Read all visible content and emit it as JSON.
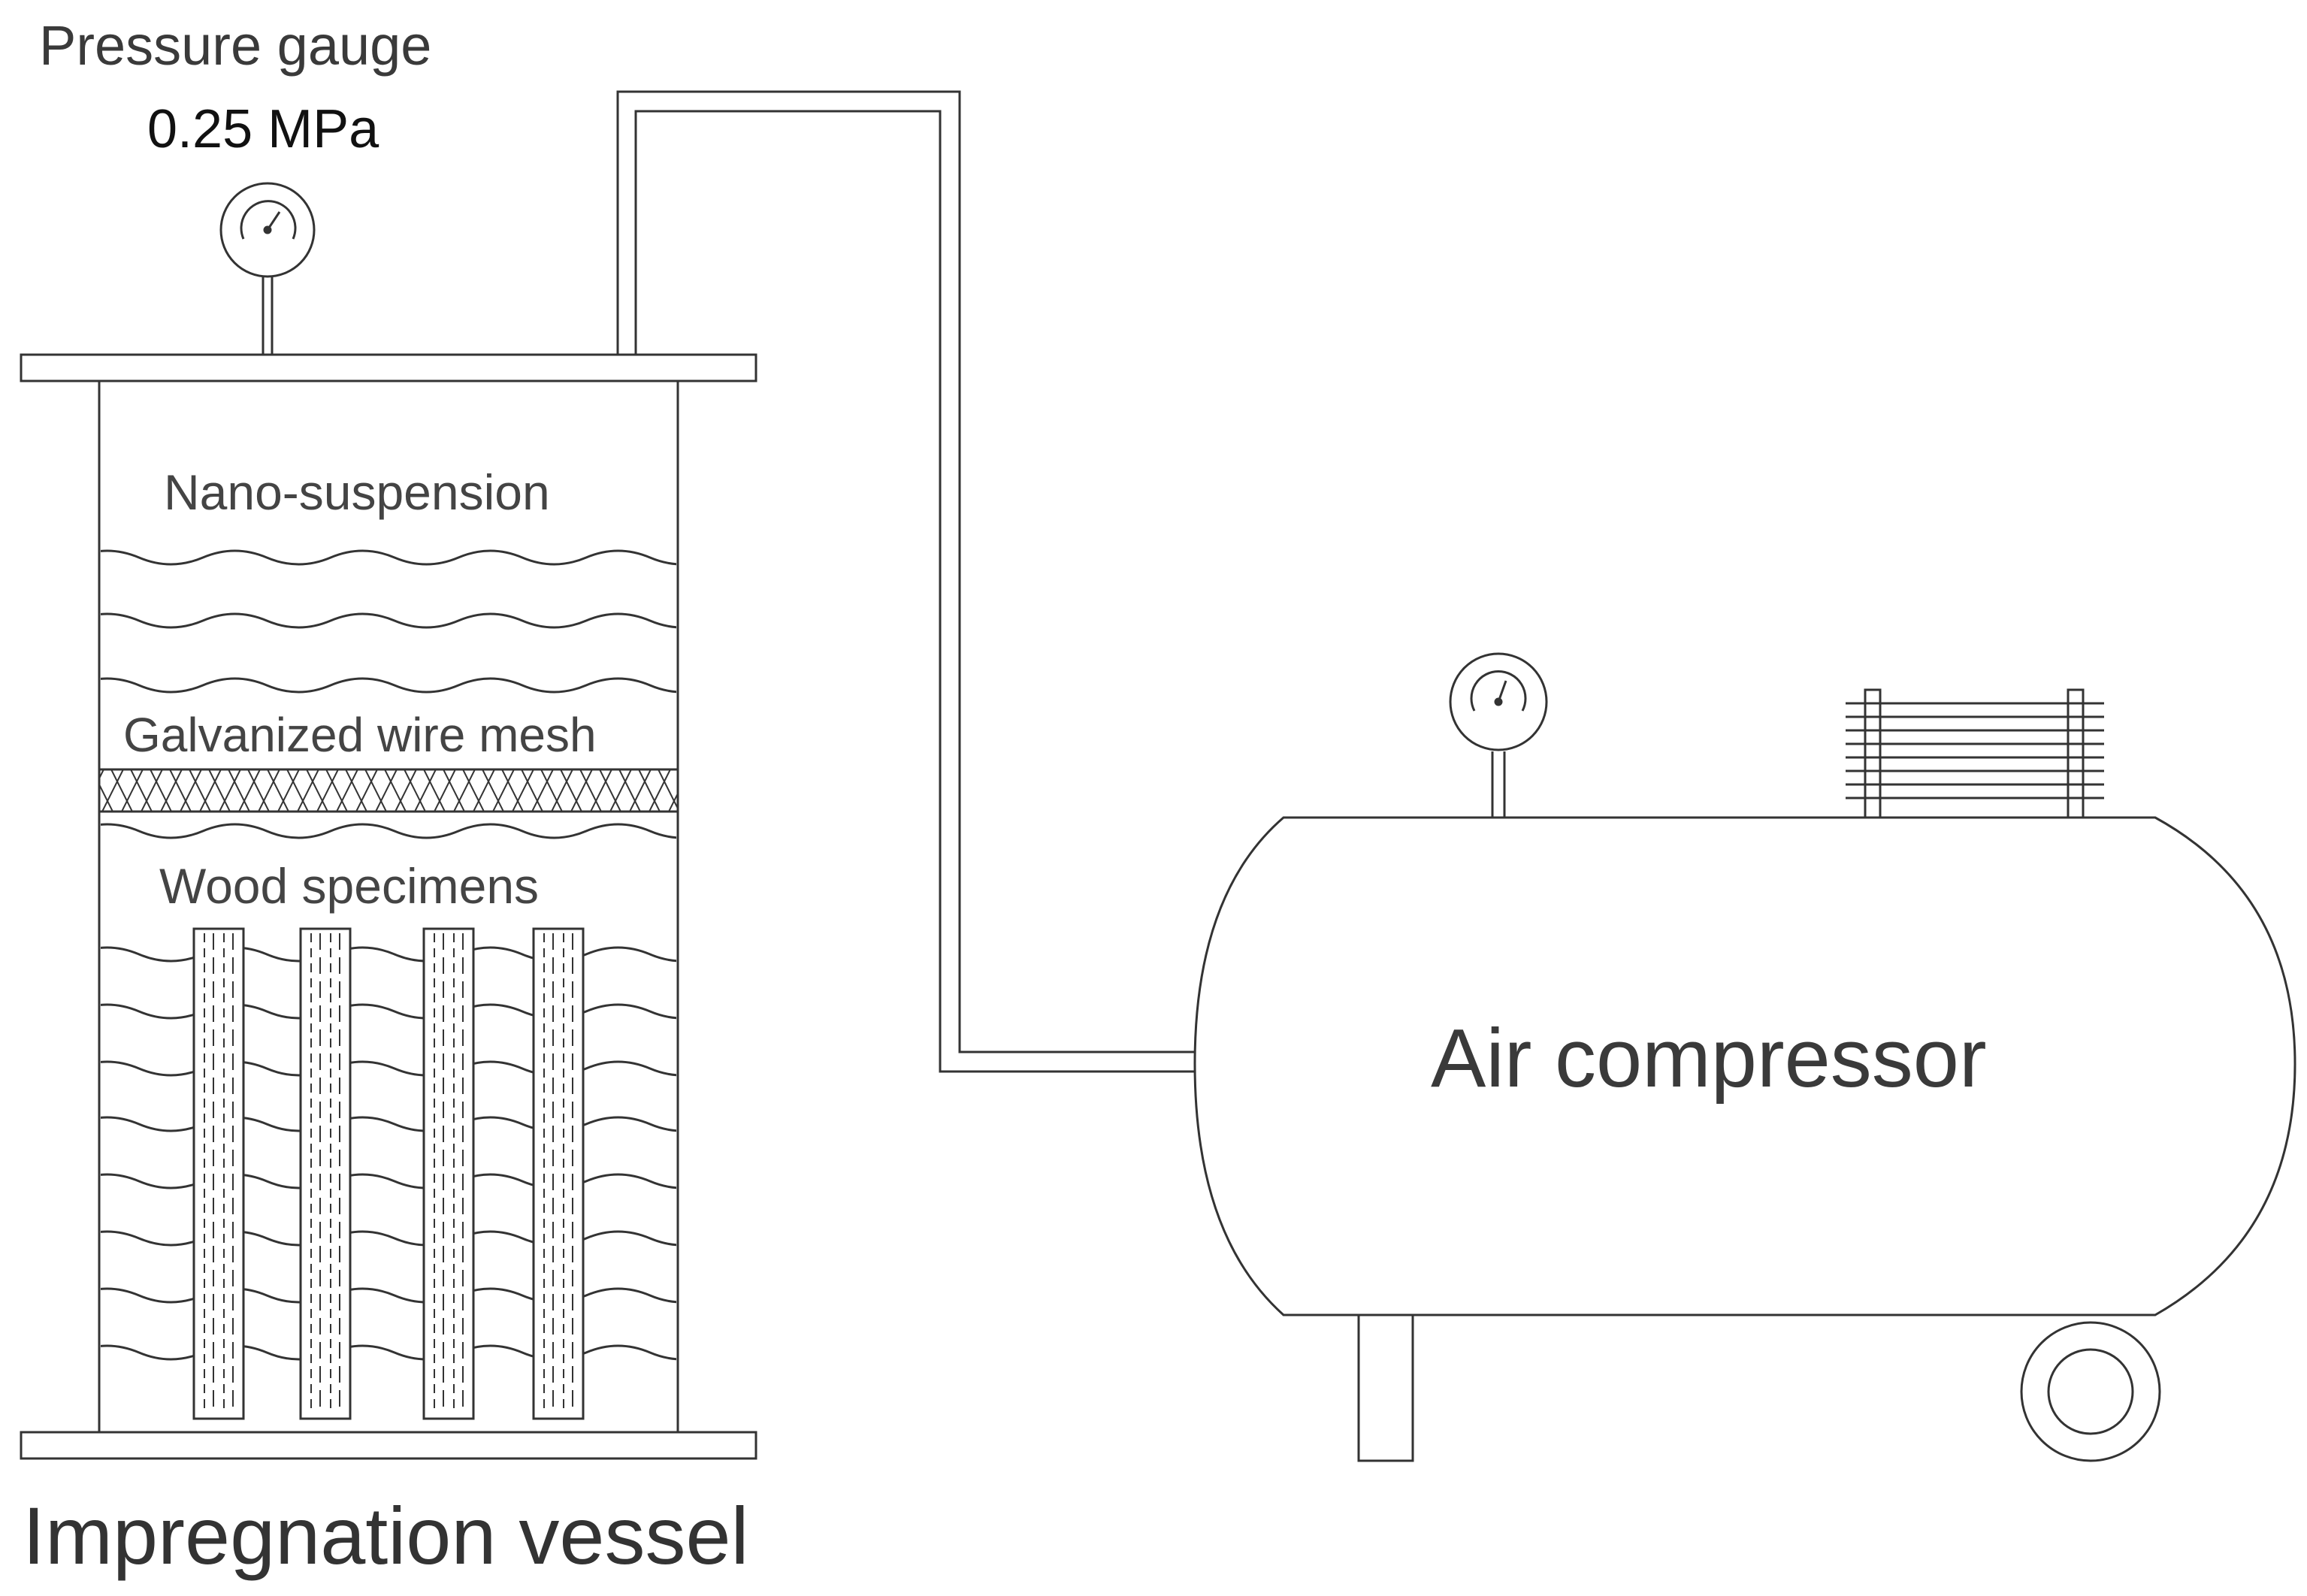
{
  "labels": {
    "pressure_gauge": "Pressure gauge",
    "pressure_value": "0.25 MPa",
    "nano_suspension": "Nano-suspension",
    "wire_mesh": "Galvanized wire mesh",
    "wood_specimens": "Wood specimens",
    "impregnation_vessel": "Impregnation vessel",
    "air_compressor": "Air compressor"
  },
  "colors": {
    "line": "#333333",
    "background": "#ffffff",
    "text": "#333333"
  },
  "counts": {
    "wood_specimens": 4
  }
}
